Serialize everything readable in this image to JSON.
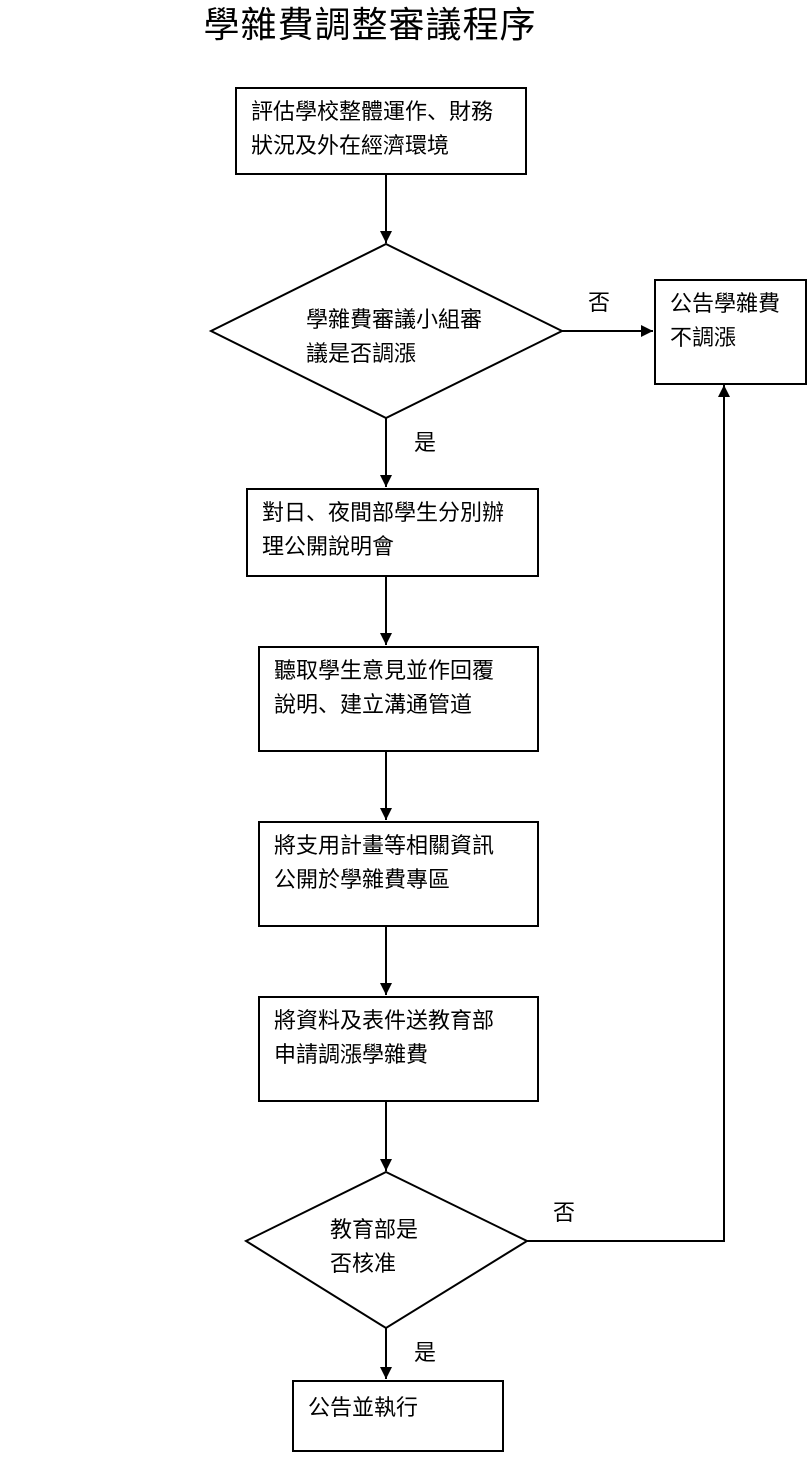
{
  "title": "學雜費調整審議程序",
  "nodes": {
    "evaluate": {
      "line1": "評估學校整體運作、財務",
      "line2": "狀況及外在經濟環境"
    },
    "review_decision": {
      "line1": "學雜費審議小組審",
      "line2": "議是否調漲"
    },
    "announce_no_increase": {
      "line1": "公告學雜費",
      "line2": "不調漲"
    },
    "briefing": {
      "line1": "對日、夜間部學生分別辦",
      "line2": "理公開說明會"
    },
    "listen": {
      "line1": "聽取學生意見並作回覆",
      "line2": "說明、建立溝通管道"
    },
    "publish": {
      "line1": "將支用計畫等相關資訊",
      "line2": "公開於學雜費專區"
    },
    "submit": {
      "line1": "將資料及表件送教育部",
      "line2": "申請調漲學雜費"
    },
    "moe_decision": {
      "line1": "教育部是",
      "line2": "否核准"
    },
    "execute": {
      "line1": "公告並執行"
    }
  },
  "edge_labels": {
    "review_no": "否",
    "review_yes": "是",
    "moe_no": "否",
    "moe_yes": "是"
  }
}
